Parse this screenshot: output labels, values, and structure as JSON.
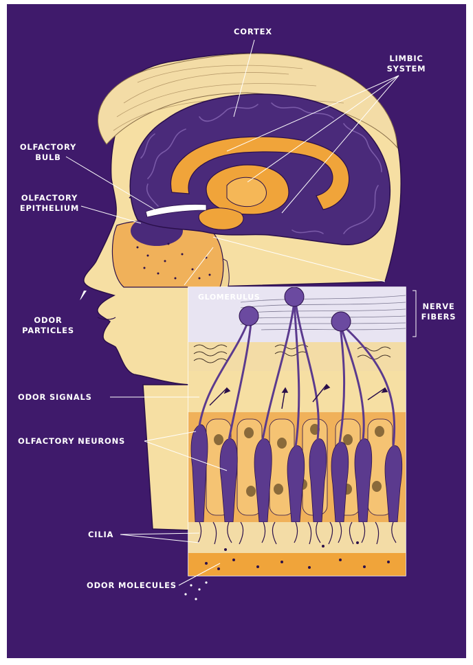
{
  "colors": {
    "background": "#3f1a6b",
    "skin": "#f6dfa3",
    "brain": "#4a2a7a",
    "limbic": "#f0a43a",
    "neuron_purple": "#5b3a8e",
    "leader": "#ffffff"
  },
  "labels": {
    "cortex": "CORTEX",
    "limbic_line1": "LIMBIC",
    "limbic_line2": "SYSTEM",
    "bulb_line1": "OLFACTORY",
    "bulb_line2": "BULB",
    "epi_line1": "OLFACTORY",
    "epi_line2": "EPITHELIUM",
    "odor_particles_line1": "ODOR",
    "odor_particles_line2": "PARTICLES",
    "nerve_line1": "NERVE",
    "nerve_line2": "FIBERS",
    "glomerulus": "GLOMERULUS",
    "odor_signals": "ODOR SIGNALS",
    "olfactory_neurons": "OLFACTORY NEURONS",
    "cilia": "CILIA",
    "odor_molecules": "ODOR MOLECULES"
  }
}
